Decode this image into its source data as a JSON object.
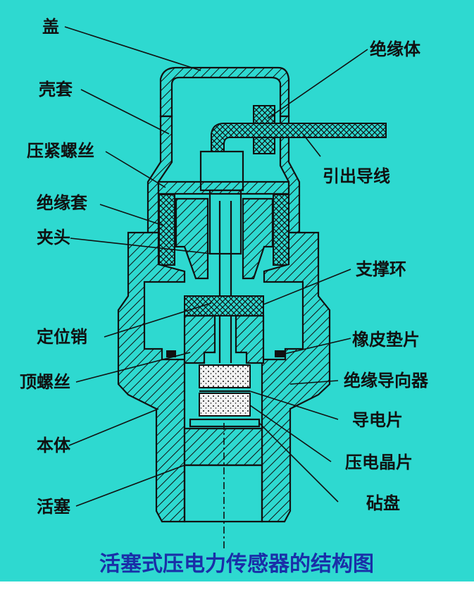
{
  "colors": {
    "background": "#2ed9d0",
    "hatch": "#111111",
    "caption": "#1a2fa8"
  },
  "labels_left": {
    "cap": "盖",
    "shell": "壳套",
    "clamp_screw": "压紧螺丝",
    "insulating_sleeve": "绝缘套",
    "chuck": "夹头",
    "locating_pin": "定位销",
    "top_screw": "顶螺丝",
    "body": "本体",
    "piston": "活塞"
  },
  "labels_right": {
    "insulator": "绝缘体",
    "lead_wire": "引出导线",
    "support_ring": "支撑环",
    "rubber_gasket": "橡皮垫片",
    "insulating_guide": "绝缘导向器",
    "conductive_plate": "导电片",
    "piezo_crystal": "压电晶片",
    "anvil": "砧盘"
  },
  "caption": "活塞式压电力传感器的结构图"
}
